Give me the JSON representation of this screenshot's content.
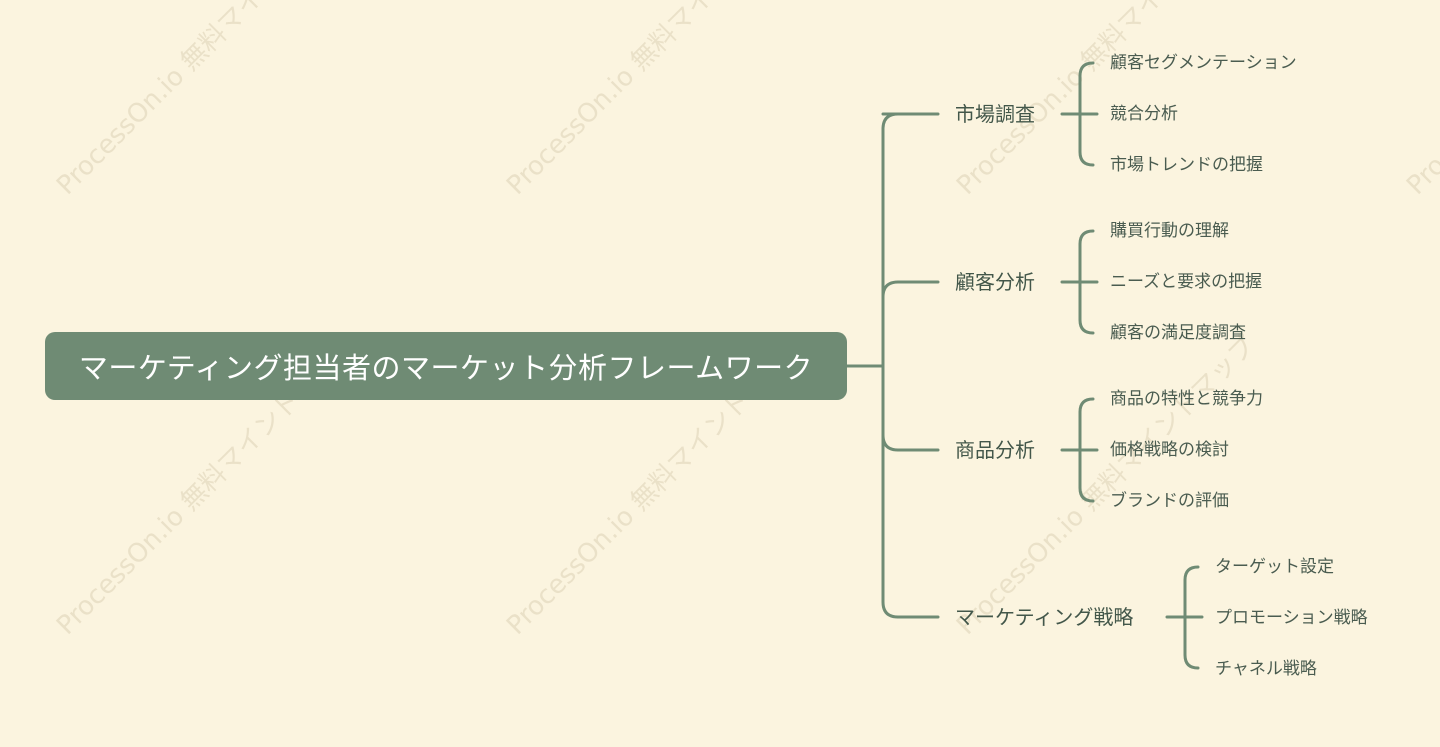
{
  "watermark": "ProcessOn.io 無料マインドマップ",
  "root": {
    "label": "マーケティング担当者のマーケット分析フレームワーク"
  },
  "branches": [
    {
      "label": "市場調査",
      "children": [
        "顧客セグメンテーション",
        "競合分析",
        "市場トレンドの把握"
      ]
    },
    {
      "label": "顧客分析",
      "children": [
        "購買行動の理解",
        "ニーズと要求の把握",
        "顧客の満足度調査"
      ]
    },
    {
      "label": "商品分析",
      "children": [
        "商品の特性と競争力",
        "価格戦略の検討",
        "ブランドの評価"
      ]
    },
    {
      "label": "マーケティング戦略",
      "children": [
        "ターゲット設定",
        "プロモーション戦略",
        "チャネル戦略"
      ]
    }
  ],
  "colors": {
    "background": "#fbf4df",
    "node": "#6f8b74",
    "connector": "#6f8b74",
    "branch_text": "#43574a",
    "leaf_text": "#4a5c50"
  }
}
